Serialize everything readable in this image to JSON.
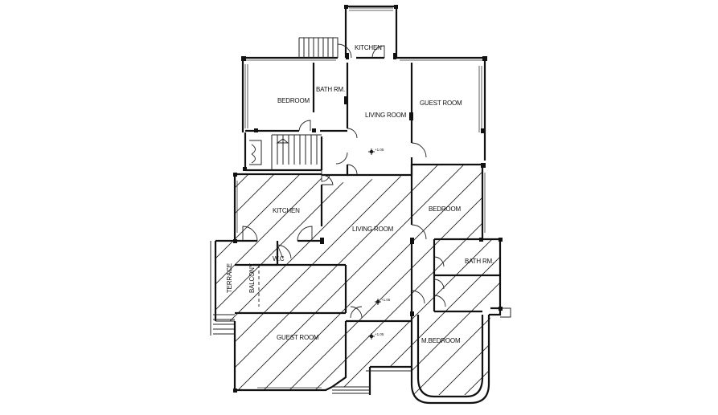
{
  "upper_plan": {
    "rooms": {
      "kitchen": "KITCHEN",
      "bedroom": "BEDROOM",
      "bath": "BATH RM.",
      "living": "LIVING ROOM",
      "guest": "GUEST ROOM"
    },
    "level_mark": "+1.05"
  },
  "lower_plan": {
    "rooms": {
      "kitchen": "KITCHEN",
      "living": "LIVING ROOM",
      "bedroom": "BEDROOM",
      "bath": "BATH RM.",
      "wc": "W.C",
      "terrace": "TERRACE",
      "balcony": "BALCONY",
      "guest": "GUEST ROOM",
      "master_bedroom": "M.BEDROOM"
    },
    "level_marks": [
      "+1.05",
      "+1.05"
    ]
  }
}
